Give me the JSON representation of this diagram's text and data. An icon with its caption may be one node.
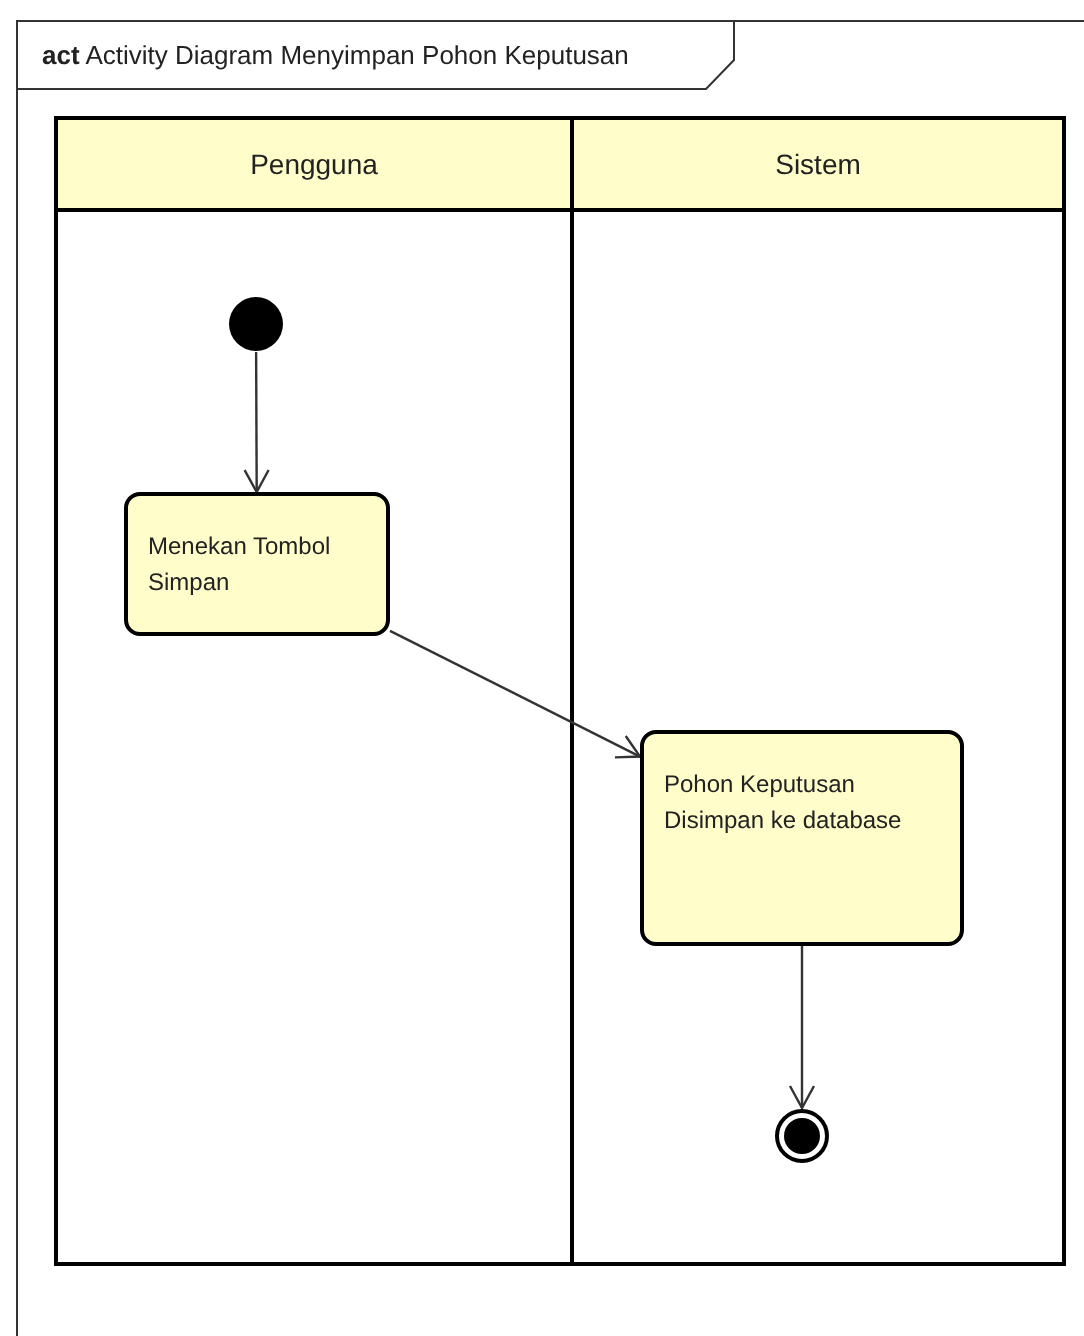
{
  "diagram": {
    "title": "**act** Activity Diagram Menyimpan Pohon Keputusan",
    "nodes": [
      {
        "text": [
          "Pengguna"
        ]
      },
      {
        "text": [
          "Sistem"
        ]
      },
      {
        "text": [],
        "shape": "circle",
        "in": 0
      },
      {
        "text": [
          "Menekan Tombol Simpan"
        ],
        "in": 0
      },
      {
        "text": [
          "Pohon Keputusan Disimpan ke database"
        ],
        "in": 1
      },
      {
        "text": [],
        "shape": "circle",
        "in": 1
      }
    ],
    "edges": [
      {
        "from": 2,
        "to": 3,
        "arrow": "to"
      },
      {
        "from": 3,
        "to": 4,
        "arrow": "to"
      },
      {
        "from": 4,
        "to": 5,
        "arrow": "to"
      }
    ]
  }
}
